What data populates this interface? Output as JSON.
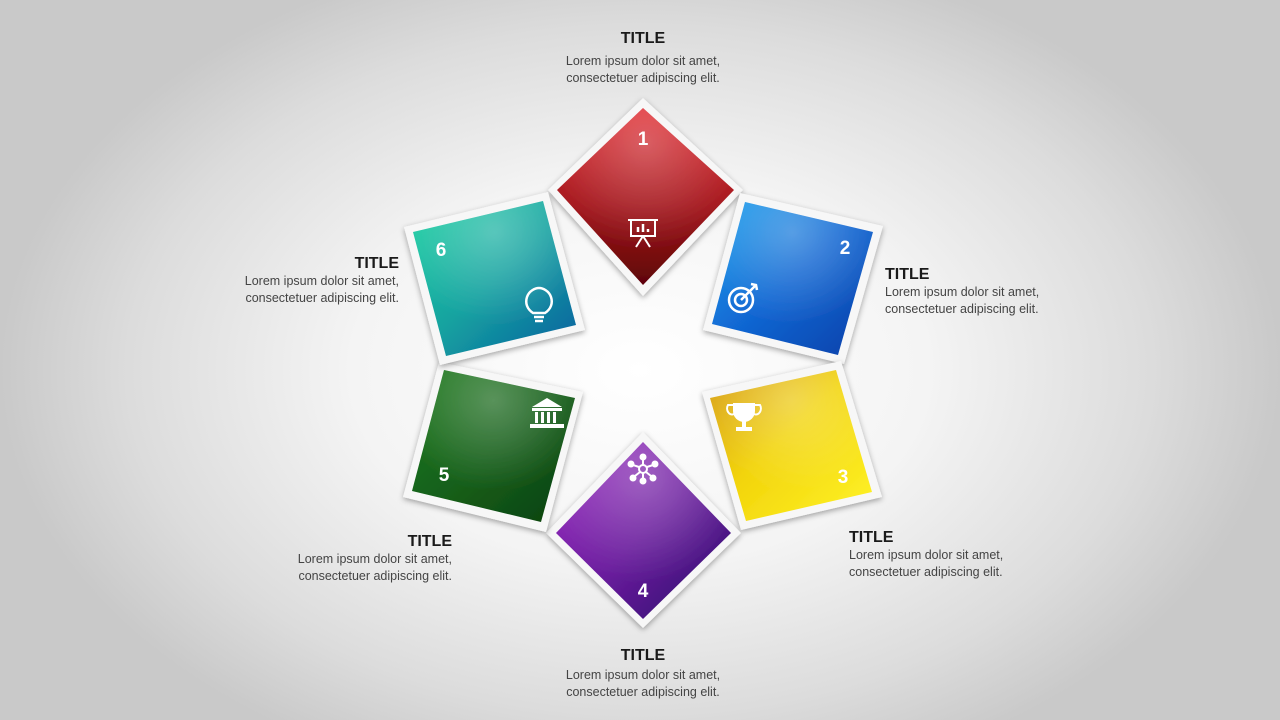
{
  "items": [
    {
      "number": "1",
      "title": "TITLE",
      "line1": "Lorem ipsum dolor sit amet,",
      "line2": "consectetuer adipiscing elit.",
      "icon": "presentation-chart-icon",
      "color": "#b3161c"
    },
    {
      "number": "2",
      "title": "TITLE",
      "line1": "Lorem ipsum dolor sit amet,",
      "line2": "consectetuer adipiscing elit.",
      "icon": "target-icon",
      "color": "#1160c8"
    },
    {
      "number": "3",
      "title": "TITLE",
      "line1": "Lorem ipsum dolor sit amet,",
      "line2": "consectetuer adipiscing elit.",
      "icon": "trophy-icon",
      "color": "#e8cf0c"
    },
    {
      "number": "4",
      "title": "TITLE",
      "line1": "Lorem ipsum dolor sit amet,",
      "line2": "consectetuer adipiscing elit.",
      "icon": "network-icon",
      "color": "#6a1fa0"
    },
    {
      "number": "5",
      "title": "TITLE",
      "line1": "Lorem ipsum dolor sit amet,",
      "line2": "consectetuer adipiscing elit.",
      "icon": "bank-icon",
      "color": "#1b6a16"
    },
    {
      "number": "6",
      "title": "TITLE",
      "line1": "Lorem ipsum dolor sit amet,",
      "line2": "consectetuer adipiscing elit.",
      "icon": "lightbulb-icon",
      "color": "#1b9e9a"
    }
  ]
}
